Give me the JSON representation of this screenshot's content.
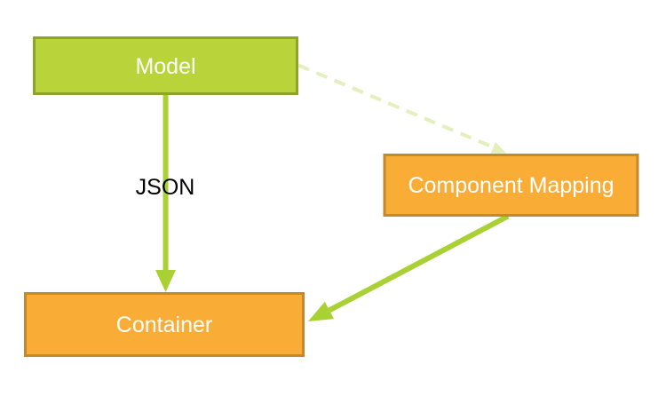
{
  "diagram": {
    "background": "#ffffff",
    "nodes": {
      "model": {
        "label": "Model",
        "fill": "#b9d33a",
        "border": "#8da32a",
        "text_color": "#ffffff"
      },
      "component_mapping": {
        "label": "Component Mapping",
        "fill": "#f9ac36",
        "border": "#c4882e",
        "text_color": "#ffffff"
      },
      "container": {
        "label": "Container",
        "fill": "#f9ac36",
        "border": "#c4882e",
        "text_color": "#ffffff"
      }
    },
    "edges": {
      "model_to_container": {
        "label": "JSON",
        "color": "#a9d134",
        "label_color": "#000000"
      },
      "model_to_component_mapping": {
        "color": "#e4efbe"
      },
      "component_mapping_to_container": {
        "color": "#a9d134"
      }
    }
  }
}
